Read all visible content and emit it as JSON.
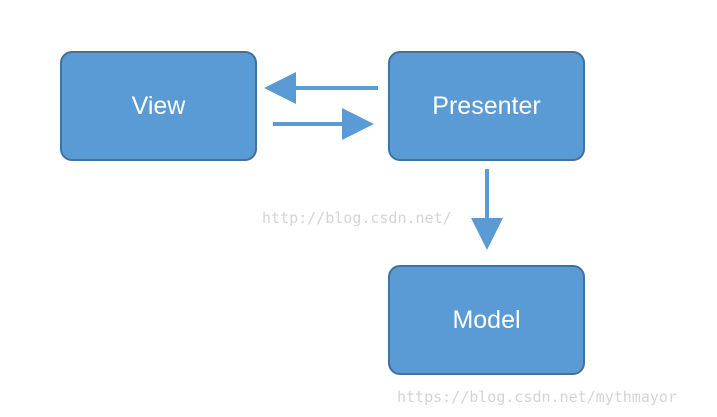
{
  "diagram": {
    "nodes": {
      "view": "View",
      "presenter": "Presenter",
      "model": "Model"
    },
    "edges": [
      {
        "from": "presenter",
        "to": "view"
      },
      {
        "from": "view",
        "to": "presenter"
      },
      {
        "from": "presenter",
        "to": "model"
      }
    ],
    "colors": {
      "node_fill": "#5b9bd5",
      "node_border": "#41719c",
      "arrow": "#5b9bd5",
      "text": "#ffffff"
    }
  },
  "watermarks": {
    "center": "http://blog.csdn.net/",
    "bottom": "https://blog.csdn.net/mythmayor"
  }
}
